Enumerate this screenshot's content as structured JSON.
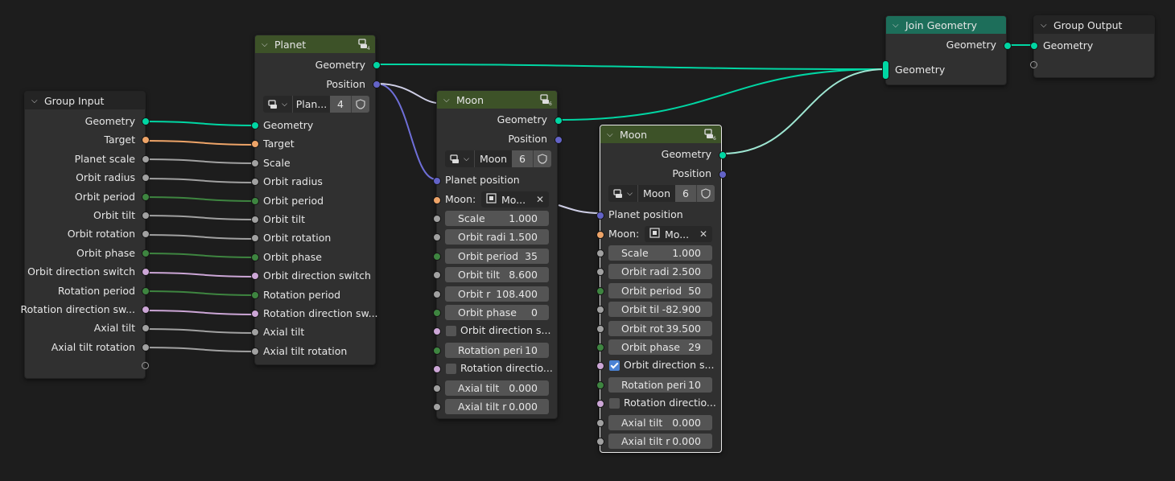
{
  "colors": {
    "geometry": "#00d6a3",
    "vector": "#6363c7",
    "object": "#eea468",
    "float": "#a1a1a1",
    "int": "#3e8540",
    "bool": "#cca6d6",
    "header_gray": "#242424",
    "header_green": "#3d5228",
    "header_teal": "#1d6e5a",
    "canvas": "#1d1d1d",
    "node_body": "#303030"
  },
  "group_input": {
    "title": "Group Input",
    "outputs": [
      "Geometry",
      "Target",
      "Planet scale",
      "Orbit radius",
      "Orbit period",
      "Orbit tilt",
      "Orbit rotation",
      "Orbit phase",
      "Orbit direction switch",
      "Rotation period",
      "Rotation direction sw...",
      "Axial tilt",
      "Axial tilt rotation"
    ]
  },
  "planet": {
    "title": "Planet",
    "user_count": "4",
    "out_geometry": "Geometry",
    "out_position": "Position",
    "datablock_name": "Plan...",
    "datablock_count": "4",
    "inputs": [
      "Geometry",
      "Target",
      "Scale",
      "Orbit radius",
      "Orbit period",
      "Orbit tilt",
      "Orbit rotation",
      "Orbit phase",
      "Orbit direction switch",
      "Rotation period",
      "Rotation direction sw...",
      "Axial tilt",
      "Axial tilt rotation"
    ]
  },
  "moon1": {
    "title": "Moon",
    "user_count": "6",
    "out_geometry": "Geometry",
    "out_position": "Position",
    "datablock_name": "Moon",
    "datablock_count": "6",
    "in_planet_position": "Planet position",
    "moon_label": "Moon:",
    "moon_object": "Mo...",
    "fields": [
      {
        "label": "Scale",
        "value": "1.000"
      },
      {
        "label": "Orbit radi",
        "value": "1.500"
      },
      {
        "label": "Orbit period",
        "value": "35"
      },
      {
        "label": "Orbit tilt",
        "value": "8.600"
      },
      {
        "label": "Orbit r",
        "value": "108.400"
      },
      {
        "label": "Orbit phase",
        "value": "0"
      }
    ],
    "orbit_direction": {
      "label": "Orbit direction s...",
      "checked": false
    },
    "rotation_period": {
      "label": "Rotation peri",
      "value": "10"
    },
    "rotation_direction": {
      "label": "Rotation directio...",
      "checked": false
    },
    "axial_fields": [
      {
        "label": "Axial tilt",
        "value": "0.000"
      },
      {
        "label": "Axial tilt r",
        "value": "0.000"
      }
    ]
  },
  "moon2": {
    "title": "Moon",
    "user_count": "6",
    "out_geometry": "Geometry",
    "out_position": "Position",
    "datablock_name": "Moon",
    "datablock_count": "6",
    "in_planet_position": "Planet position",
    "moon_label": "Moon:",
    "moon_object": "Mo...",
    "fields": [
      {
        "label": "Scale",
        "value": "1.000"
      },
      {
        "label": "Orbit radi",
        "value": "2.500"
      },
      {
        "label": "Orbit period",
        "value": "50"
      },
      {
        "label": "Orbit til",
        "value": "-82.900"
      },
      {
        "label": "Orbit rot",
        "value": "39.500"
      },
      {
        "label": "Orbit phase",
        "value": "29"
      }
    ],
    "orbit_direction": {
      "label": "Orbit direction s...",
      "checked": true
    },
    "rotation_period": {
      "label": "Rotation peri",
      "value": "10"
    },
    "rotation_direction": {
      "label": "Rotation directio...",
      "checked": false
    },
    "axial_fields": [
      {
        "label": "Axial tilt",
        "value": "0.000"
      },
      {
        "label": "Axial tilt r",
        "value": "0.000"
      }
    ]
  },
  "join": {
    "title": "Join Geometry",
    "out": "Geometry",
    "in": "Geometry"
  },
  "group_output": {
    "title": "Group Output",
    "in": "Geometry"
  }
}
